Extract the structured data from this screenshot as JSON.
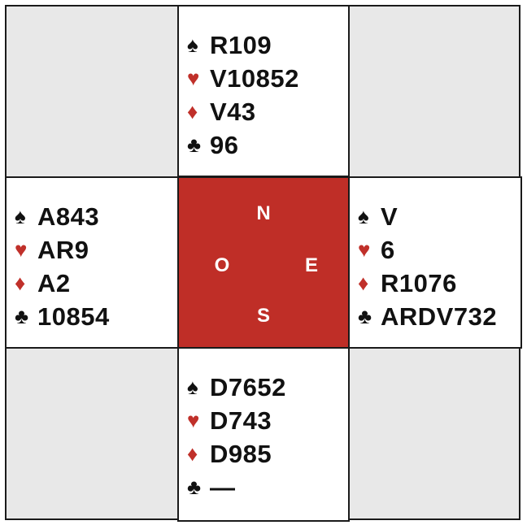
{
  "colors": {
    "red_suit": "#c0302a",
    "black_suit": "#111111",
    "center": "#bf2e27",
    "corner": "#e8e8e8"
  },
  "suits": {
    "spades": "♠",
    "hearts": "♥",
    "diamonds": "♦",
    "clubs": "♣"
  },
  "hands": {
    "north": {
      "spades": "R109",
      "hearts": "V10852",
      "diamonds": "V43",
      "clubs": "96"
    },
    "west": {
      "spades": "A843",
      "hearts": "AR9",
      "diamonds": "A2",
      "clubs": "10854"
    },
    "east": {
      "spades": "V",
      "hearts": "6",
      "diamonds": "R1076",
      "clubs": "ARDV732"
    },
    "south": {
      "spades": "D7652",
      "hearts": "D743",
      "diamonds": "D985",
      "clubs": "—"
    }
  },
  "compass": {
    "n": "N",
    "o": "O",
    "e": "E",
    "s": "S"
  }
}
